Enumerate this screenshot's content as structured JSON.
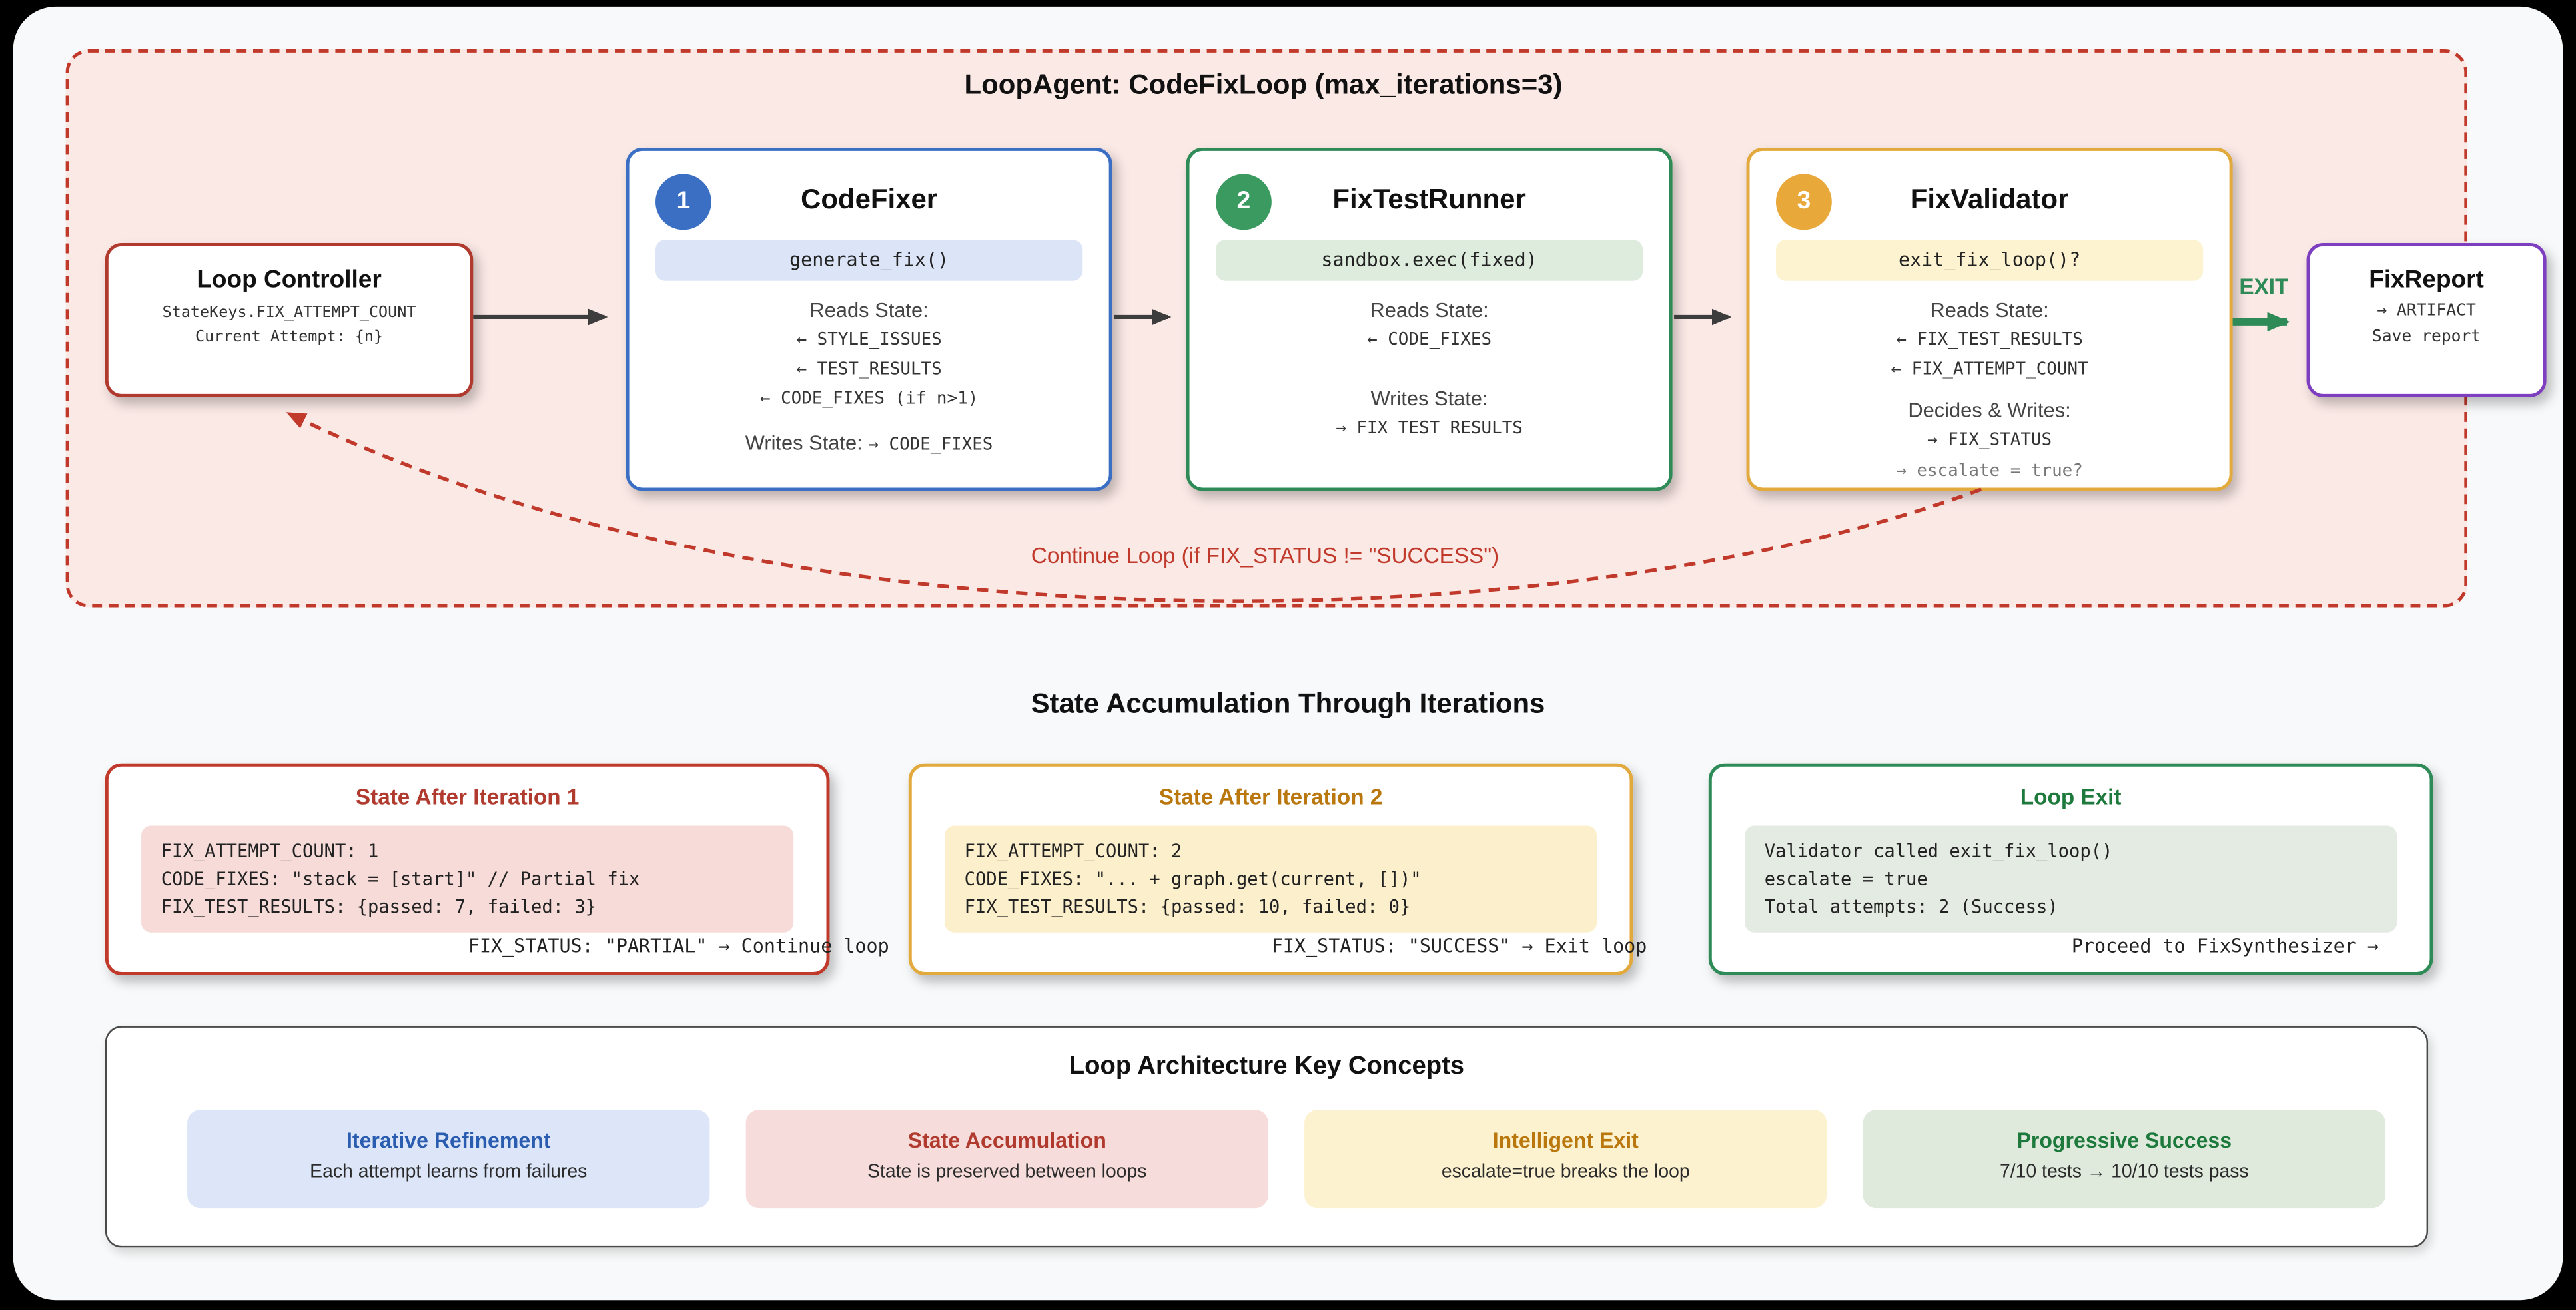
{
  "loop": {
    "title": "LoopAgent: CodeFixLoop (max_iterations=3)",
    "controller": {
      "title": "Loop Controller",
      "lines": [
        "StateKeys.FIX_ATTEMPT_COUNT",
        "Current Attempt: {n}"
      ]
    },
    "agents": [
      {
        "badge": "1",
        "title": "CodeFixer",
        "chip": "generate_fix()",
        "reads_label": "Reads State:",
        "reads": [
          "← STYLE_ISSUES",
          "← TEST_RESULTS",
          "← CODE_FIXES (if n>1)"
        ],
        "writes_label": "Writes State:",
        "writes_inline": "→ CODE_FIXES"
      },
      {
        "badge": "2",
        "title": "FixTestRunner",
        "chip": "sandbox.exec(fixed)",
        "reads_label": "Reads State:",
        "reads": [
          "← CODE_FIXES"
        ],
        "writes_label": "Writes State:",
        "writes": [
          "→ FIX_TEST_RESULTS"
        ]
      },
      {
        "badge": "3",
        "title": "FixValidator",
        "chip": "exit_fix_loop()?",
        "reads_label": "Reads State:",
        "reads": [
          "← FIX_TEST_RESULTS",
          "← FIX_ATTEMPT_COUNT"
        ],
        "writes_label": "Decides & Writes:",
        "writes": [
          "→ FIX_STATUS",
          "→ escalate = true?"
        ]
      }
    ],
    "exit_label": "EXIT",
    "report": {
      "title": "FixReport",
      "lines": [
        "→ ARTIFACT",
        "Save report"
      ]
    },
    "continue_label": "Continue Loop (if FIX_STATUS != \"SUCCESS\")"
  },
  "states": {
    "heading": "State Accumulation Through Iterations",
    "cards": [
      {
        "title": "State After Iteration 1",
        "code": [
          "FIX_ATTEMPT_COUNT: 1",
          "CODE_FIXES: \"stack = [start]\" // Partial fix",
          "FIX_TEST_RESULTS: {passed: 7, failed: 3}"
        ],
        "overflow": "FIX_STATUS: \"PARTIAL\" → Continue loop"
      },
      {
        "title": "State After Iteration 2",
        "code": [
          "FIX_ATTEMPT_COUNT: 2",
          "CODE_FIXES: \"... + graph.get(current, [])\"",
          "FIX_TEST_RESULTS: {passed: 10, failed: 0}"
        ],
        "overflow": "FIX_STATUS: \"SUCCESS\" → Exit loop"
      },
      {
        "title": "Loop Exit",
        "code": [
          "Validator called exit_fix_loop()",
          "escalate = true",
          "Total attempts: 2 (Success)"
        ],
        "overflow": "Proceed to FixSynthesizer →"
      }
    ]
  },
  "concepts": {
    "title": "Loop Architecture Key Concepts",
    "items": [
      {
        "title": "Iterative Refinement",
        "desc": "Each attempt learns from failures"
      },
      {
        "title": "State Accumulation",
        "desc": "State is preserved between loops"
      },
      {
        "title": "Intelligent Exit",
        "desc": "escalate=true breaks the loop"
      },
      {
        "title": "Progressive Success",
        "desc": "7/10 tests → 10/10 tests pass"
      }
    ]
  },
  "colors": {
    "red": "#c0392b",
    "blue": "#3b6fc4",
    "green": "#2e8b57",
    "amber": "#e2a93c",
    "purple": "#7d3fc0",
    "loop_bg": "#fbe9e6",
    "blue_bg": "#dbe5f7",
    "green_bg": "#ddecdd",
    "amber_bg": "#fdf3d1",
    "red_bg": "#f6dbd8"
  }
}
